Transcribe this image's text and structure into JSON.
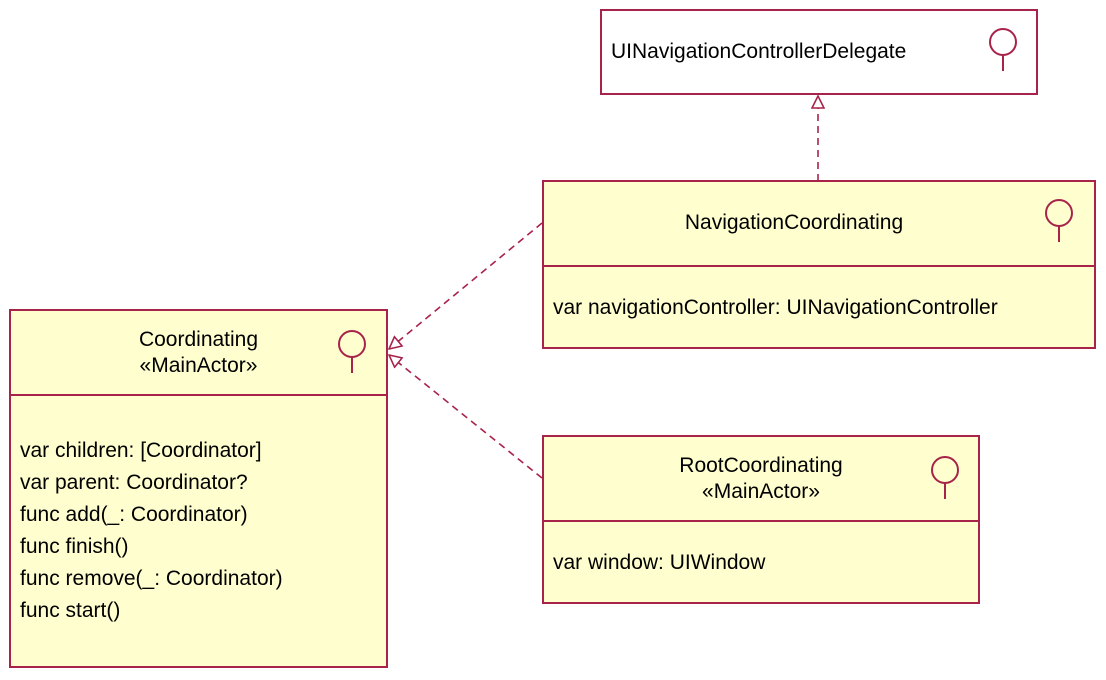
{
  "colors": {
    "stroke": "#a8234a",
    "fill": "#fefece",
    "background": "#ffffff"
  },
  "icons": {
    "interface": "interface-lollipop-icon",
    "realization": "hollow-triangle-arrow-icon"
  },
  "nodes": {
    "delegate": {
      "name": "UINavigationControllerDelegate",
      "members": []
    },
    "navigation": {
      "name": "NavigationCoordinating",
      "members": [
        "var navigationController: UINavigationController"
      ]
    },
    "coordinating": {
      "name": "Coordinating",
      "stereotype": "«MainActor»",
      "members": [
        "var children: [Coordinator]",
        "var parent: Coordinator?",
        "func add(_: Coordinator)",
        "func finish()",
        "func remove(_: Coordinator)",
        "func start()"
      ]
    },
    "root": {
      "name": "RootCoordinating",
      "stereotype": "«MainActor»",
      "members": [
        "var window: UIWindow"
      ]
    }
  },
  "edges": [
    {
      "from": "navigation",
      "to": "delegate",
      "type": "realization"
    },
    {
      "from": "navigation",
      "to": "coordinating",
      "type": "realization"
    },
    {
      "from": "root",
      "to": "coordinating",
      "type": "realization"
    }
  ]
}
